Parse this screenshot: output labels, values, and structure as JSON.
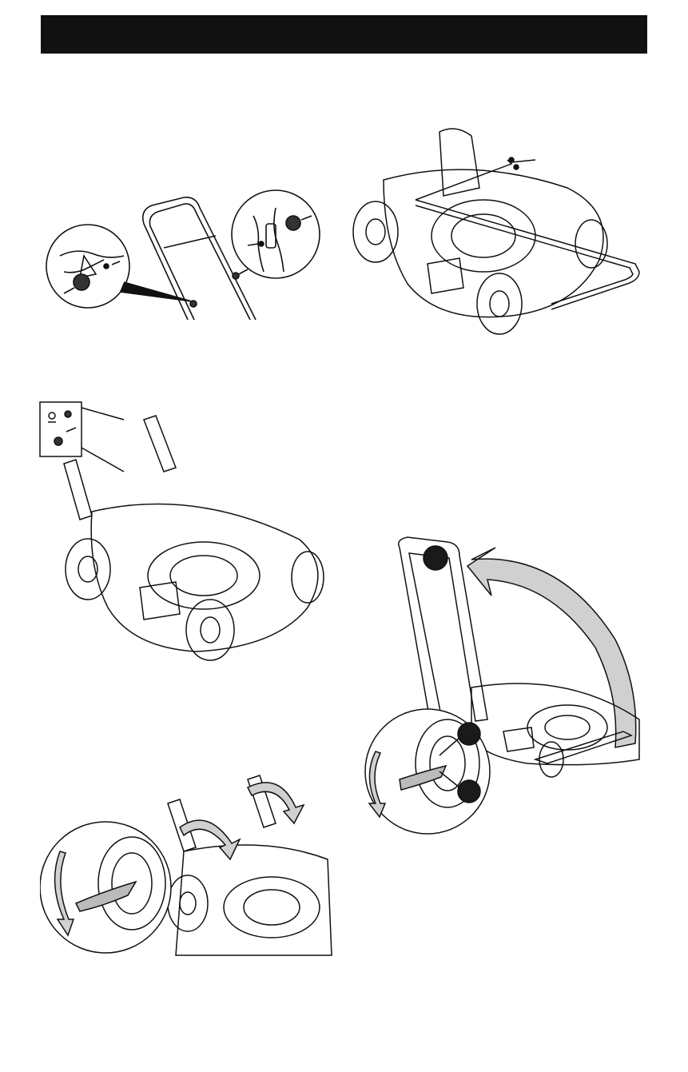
{
  "header": {
    "color": "#111111"
  },
  "illustrations": [
    {
      "id": "fig1",
      "subject": "handle-knob-and-bolt-detail",
      "callouts": 2
    },
    {
      "id": "fig2",
      "subject": "mower-with-lower-handle-bolts"
    },
    {
      "id": "fig3",
      "subject": "mower-handle-brackets-with-hardware-inset"
    },
    {
      "id": "fig4",
      "subject": "handle-height-lever-rotation"
    },
    {
      "id": "fig5",
      "subject": "raising-upper-handle",
      "markers": 3
    }
  ],
  "colors": {
    "line": "#111111",
    "arrow_fill": "#d0d0d0",
    "marker": "#1a1a1a"
  }
}
